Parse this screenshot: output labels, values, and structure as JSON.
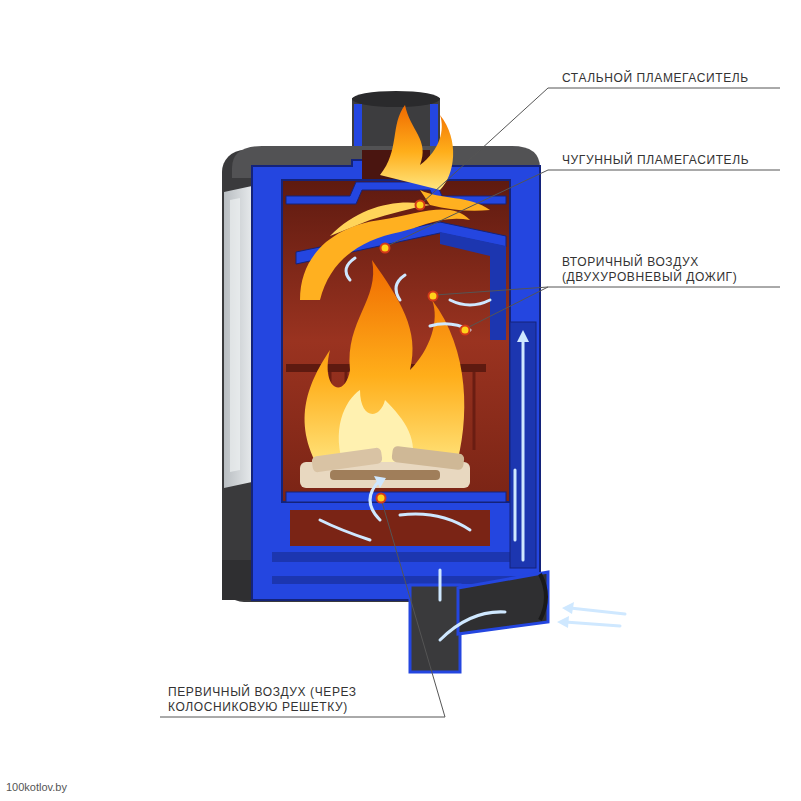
{
  "diagram": {
    "labels": [
      "СТАЛЬНОЙ ПЛАМЕГАСИТЕЛЬ",
      "ЧУГУННЫЙ ПЛАМЕГАСИТЕЛЬ",
      "ВТОРИЧНЫЙ ВОЗДУХ (ДВУХУРОВНЕВЫЙ ДОЖИГ)",
      "ПЕРВИЧНЫЙ ВОЗДУХ (ЧЕРЕЗ КОЛОСНИКОВУЮ РЕШЕТКУ)",
      "100kotlov.by"
    ]
  }
}
